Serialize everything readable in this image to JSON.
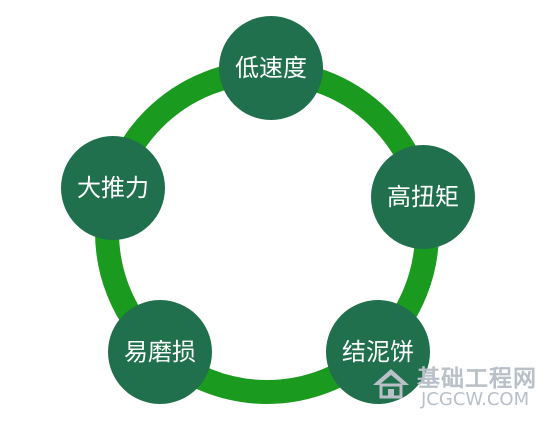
{
  "diagram": {
    "colors": {
      "ring": "#1a9a1e",
      "node_fill": "#206f4d",
      "node_text": "#ffffff",
      "watermark": "#b9c0c8"
    },
    "nodes": [
      {
        "id": "low-speed",
        "label": "低速度"
      },
      {
        "id": "high-torque",
        "label": "高扭矩"
      },
      {
        "id": "mud-cake",
        "label": "结泥饼"
      },
      {
        "id": "easy-wear",
        "label": "易磨损"
      },
      {
        "id": "large-thrust",
        "label": "大推力"
      }
    ]
  },
  "watermark": {
    "cn": "基础工程网",
    "en": "JCGCW.COM"
  }
}
